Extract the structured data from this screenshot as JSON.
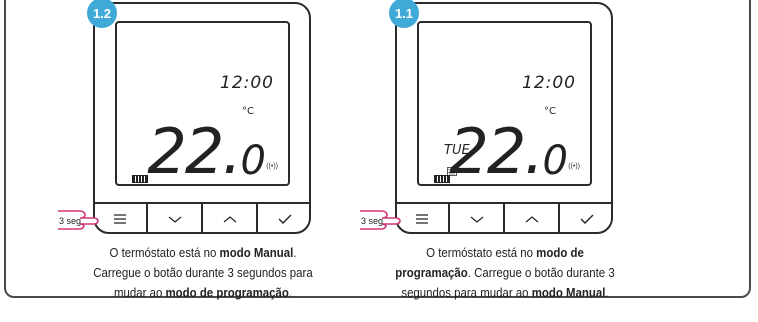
{
  "panels": [
    {
      "badge": "1.2",
      "time": "12:00",
      "unit": "°C",
      "temp_main": "22.",
      "temp_decimal": "0",
      "day": "",
      "press_label": "3 seg",
      "caption": {
        "line1_a": "O termóstato está no ",
        "line1_b": "modo Manual",
        "line1_c": ".",
        "line2": "Carregue o botão durante 3 segundos para",
        "line3_a": "mudar ao ",
        "line3_b": "modo de programação",
        "line3_c": "."
      }
    },
    {
      "badge": "1.1",
      "time": "12:00",
      "unit": "°C",
      "temp_main": "22.",
      "temp_decimal": "0",
      "day": "TUE",
      "press_label": "3 seg",
      "caption": {
        "line1_a": "O termóstato está no ",
        "line1_b": "modo de",
        "line2_a": "programação",
        "line2_b": ". Carregue o botão durante 3",
        "line3_a": "segundos para mudar  ao ",
        "line3_b": "modo Manual",
        "line3_c": "."
      }
    }
  ],
  "icons": [
    "menu-icon",
    "chevron-down-icon",
    "chevron-up-icon",
    "check-icon",
    "battery-icon",
    "calendar-icon",
    "wifi-signal-icon",
    "finger-press-icon"
  ],
  "colors": {
    "badge": "#3fa9d8",
    "hand": "#d0357a"
  }
}
